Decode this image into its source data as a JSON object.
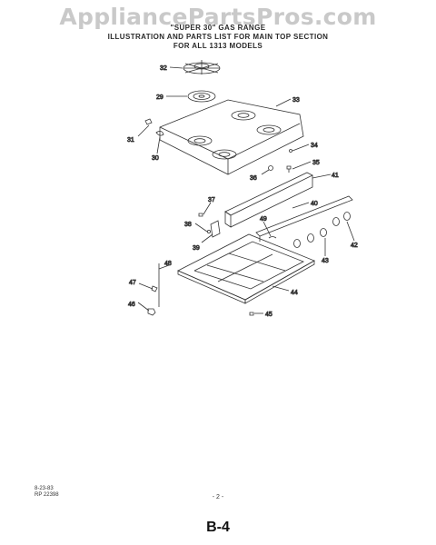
{
  "watermark": "AppliancePartsPros.com",
  "heading": {
    "line1": "\"SUPER 30\" GAS RANGE",
    "line2": "ILLUSTRATION AND PARTS LIST FOR MAIN TOP SECTION",
    "line3": "FOR ALL 1313 MODELS"
  },
  "part_labels": {
    "p32": "32",
    "p29": "29",
    "p33": "33",
    "p31": "31",
    "p30": "30",
    "p34": "34",
    "p35": "35",
    "p36": "36",
    "p41": "41",
    "p37": "37",
    "p40": "40",
    "p38": "38",
    "p49": "49",
    "p39": "39",
    "p42": "42",
    "p43": "43",
    "p48": "48",
    "p44": "44",
    "p47": "47",
    "p46": "46",
    "p45": "45"
  },
  "footer": {
    "date": "8-23-83",
    "part_number": "RP 22398",
    "page": "- 2 -",
    "section": "B-4"
  }
}
